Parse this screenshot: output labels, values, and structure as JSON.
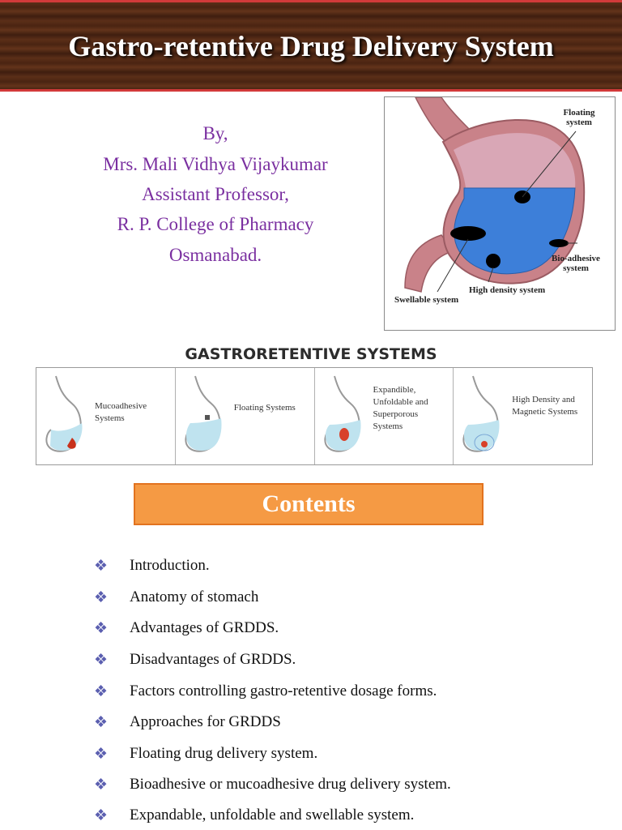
{
  "header": {
    "title": "Gastro-retentive Drug Delivery System"
  },
  "author": {
    "lines": [
      "By,",
      "Mrs. Mali Vidhya Vijaykumar",
      "Assistant Professor,",
      "R. P. College of Pharmacy",
      "Osmanabad."
    ]
  },
  "stomach_figure": {
    "labels": {
      "floating": "Floating system",
      "bioadhesive": "Bio-adhesive system",
      "high_density": "High density system",
      "swellable": "Swellable system"
    }
  },
  "grs": {
    "heading": "GASTRORETENTIVE SYSTEMS",
    "cells": [
      {
        "label": "Mucoadhesive Systems"
      },
      {
        "label": "Floating Systems"
      },
      {
        "label": "Expandible, Unfoldable and Superporous Systems"
      },
      {
        "label": "High Density and Magnetic Systems"
      }
    ]
  },
  "contents": {
    "title": "Contents",
    "bullet": "❖",
    "items": [
      "Introduction.",
      "Anatomy of stomach",
      "Advantages of GRDDS.",
      "Disadvantages of GRDDS.",
      "Factors controlling gastro-retentive dosage forms.",
      "Approaches for GRDDS",
      "Floating drug delivery system.",
      "Bioadhesive or mucoadhesive drug delivery system.",
      "Expandable, unfoldable and swellable system."
    ]
  },
  "colors": {
    "banner_border": "#d23a3a",
    "author_text": "#7a2fa0",
    "contents_box": "#f59a44",
    "bullet": "#5b5fb0",
    "gastric_fluid": "#3d7fd9",
    "stomach_wall": "#c97f86"
  }
}
